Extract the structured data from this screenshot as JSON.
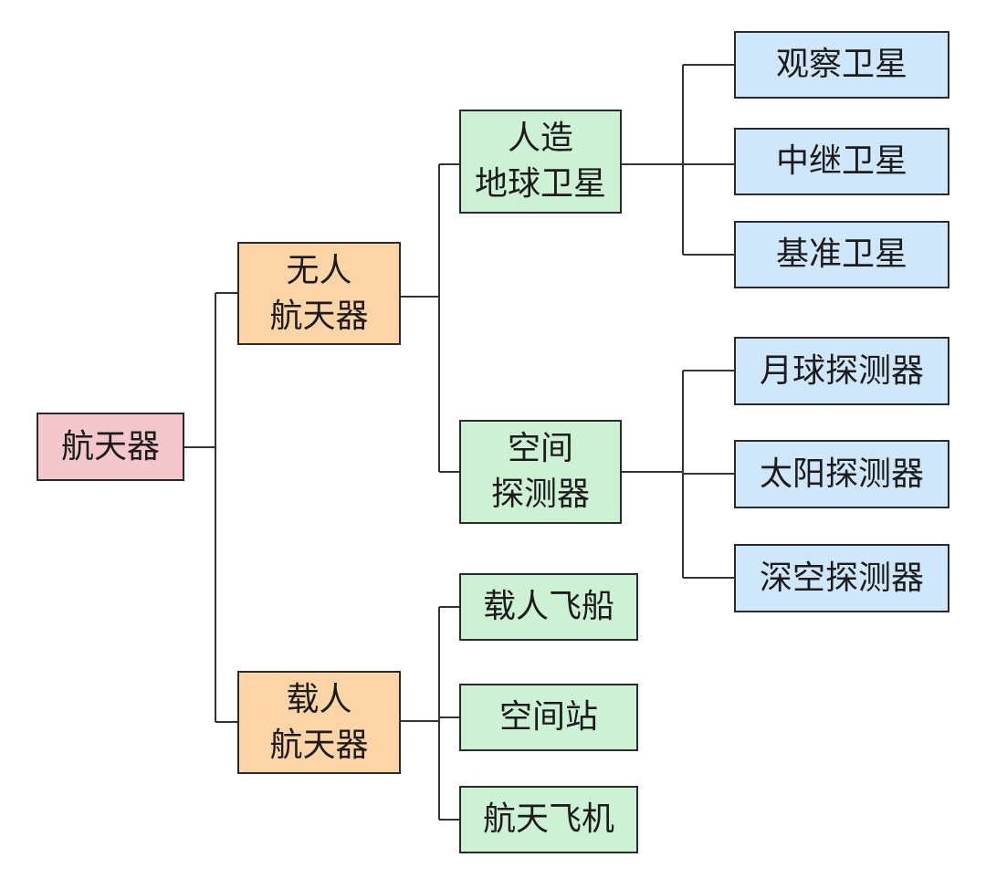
{
  "diagram": {
    "root": {
      "label": "航天器"
    },
    "unmanned": {
      "line1": "无人",
      "line2": "航天器"
    },
    "manned": {
      "line1": "载人",
      "line2": "航天器"
    },
    "satellite": {
      "line1": "人造",
      "line2": "地球卫星"
    },
    "space_probe": {
      "line1": "空间",
      "line2": "探测器"
    },
    "satellite_types": [
      "观察卫星",
      "中继卫星",
      "基准卫星"
    ],
    "probe_types": [
      "月球探测器",
      "太阳探测器",
      "深空探测器"
    ],
    "manned_types": [
      "载人飞船",
      "空间站",
      "航天飞机"
    ]
  },
  "colors": {
    "root": "#f3c7cc",
    "level1": "#fcd4a6",
    "level2": "#cdf1d4",
    "level3": "#cfe7fa",
    "connector": "#333333"
  }
}
